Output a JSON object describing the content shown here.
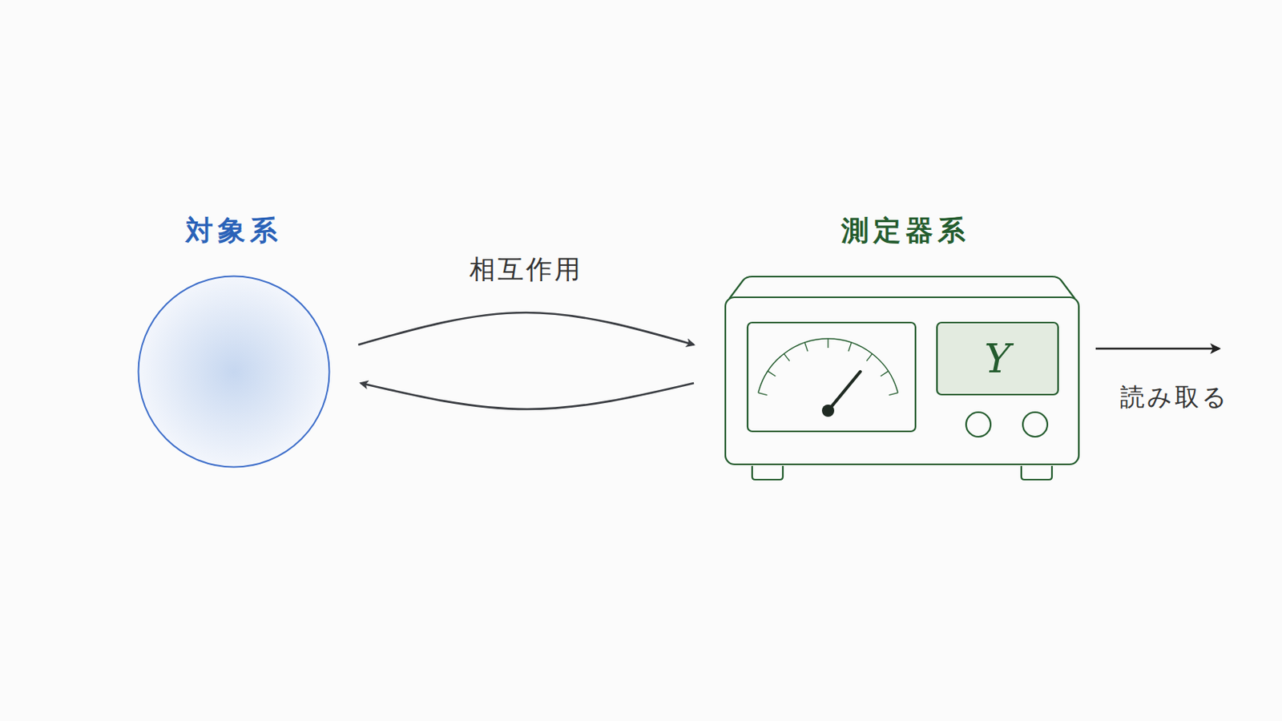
{
  "diagram": {
    "nodes": [
      {
        "text": [
          "対象系"
        ]
      },
      {
        "text": [
          "測定器系",
          "Y"
        ]
      }
    ],
    "edges": [
      {
        "from": 0,
        "to": 1,
        "arrow": "to",
        "label": "相互作用"
      },
      {
        "from": 1,
        "to": 0,
        "arrow": "to"
      }
    ],
    "labels": [
      "読み取る"
    ]
  }
}
